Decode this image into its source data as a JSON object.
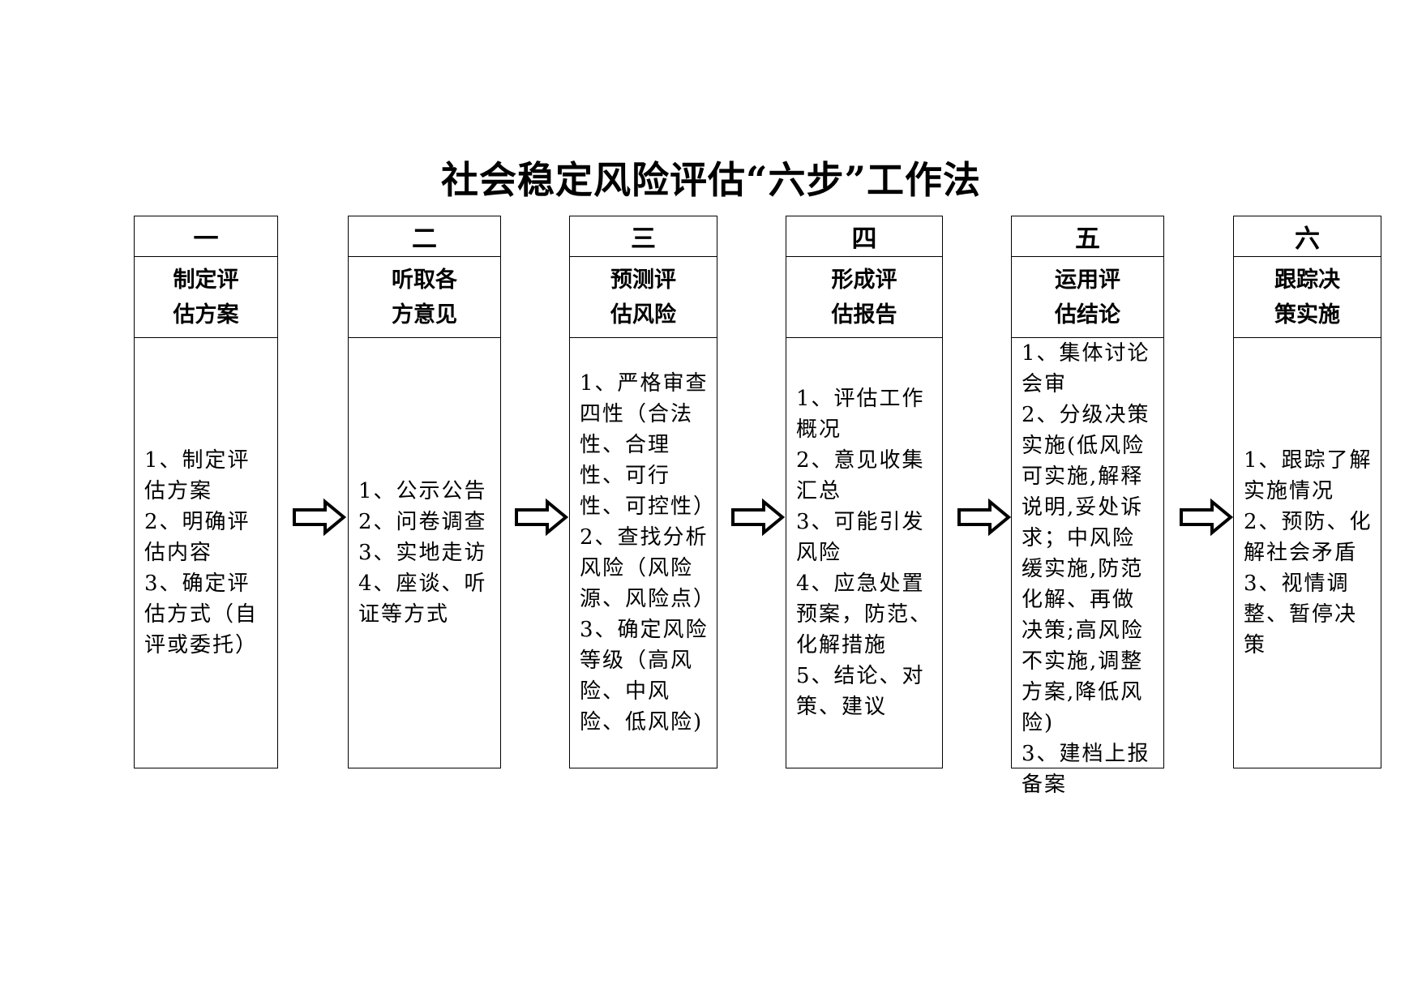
{
  "title": "社会稳定风险评估“六步”工作法",
  "steps": [
    {
      "number": "一",
      "name_line1": "制定评",
      "name_line2": "估方案",
      "items": [
        "1、制定评估方案",
        " 2、明确评估内容",
        "3、确定评估方式（自评或委托）"
      ]
    },
    {
      "number": "二",
      "name_line1": "听取各",
      "name_line2": "方意见",
      "items": [
        "1、公示公告",
        " 2、问卷调查",
        "3、实地走访",
        "4、座谈、听证等方式"
      ]
    },
    {
      "number": "三",
      "name_line1": "预测评",
      "name_line2": "估风险",
      "items": [
        "1、严格审查四性（合法性、合理性、可行性、可控性）",
        "2、查找分析风险（风险源、风险点）",
        "3、确定风险等级（高风险、中风险、低风险)"
      ]
    },
    {
      "number": "四",
      "name_line1": "形成评",
      "name_line2": "估报告",
      "items": [
        "1、评估工作概况",
        "2、意见收集汇总",
        "3、可能引发风险",
        "4、应急处置预案，防范、化解措施",
        " 5、结论、对策、建议"
      ]
    },
    {
      "number": "五",
      "name_line1": "运用评",
      "name_line2": "估结论",
      "items": [
        "1、集体讨论会审",
        "2、分级决策实施(低风险可实施,解释说明,妥处诉求；中风险缓实施,防范化解、再做决策;高风险不实施,调整方案,降低风险)",
        "3、建档上报备案"
      ]
    },
    {
      "number": "六",
      "name_line1": "跟踪决",
      "name_line2": "策实施",
      "items": [
        "1、跟踪了解实施情况",
        "2、预防、化解社会矛盾",
        " 3、视情调整、暂停决策"
      ]
    }
  ]
}
